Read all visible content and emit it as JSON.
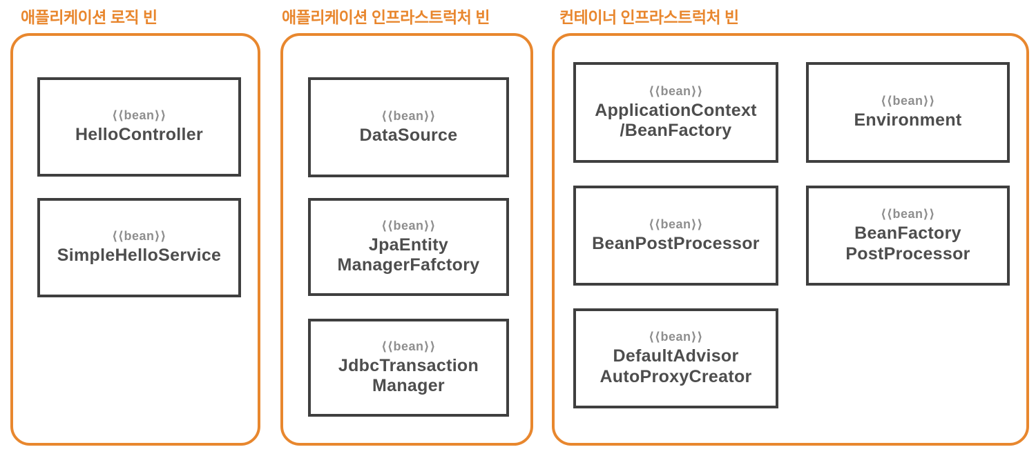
{
  "colors": {
    "accent_orange": "#E8872E",
    "bean_box_border": "#3F3F3F",
    "bean_name_text": "#4D4D4D",
    "stereotype_text": "#8E8E8E",
    "background": "#FFFFFF"
  },
  "groups": [
    {
      "title": "애플리케이션 로직 빈",
      "beans": [
        {
          "stereotype": "⟨⟨bean⟩⟩",
          "name": "HelloController"
        },
        {
          "stereotype": "⟨⟨bean⟩⟩",
          "name": "SimpleHelloService"
        }
      ]
    },
    {
      "title": "애플리케이션 인프라스트럭처 빈",
      "beans": [
        {
          "stereotype": "⟨⟨bean⟩⟩",
          "name": "DataSource"
        },
        {
          "stereotype": "⟨⟨bean⟩⟩",
          "name": "JpaEntity\nManagerFafctory"
        },
        {
          "stereotype": "⟨⟨bean⟩⟩",
          "name": "JdbcTransaction\nManager"
        }
      ]
    },
    {
      "title": "컨테이너 인프라스트럭처 빈",
      "beans": [
        {
          "stereotype": "⟨⟨bean⟩⟩",
          "name": "ApplicationContext\n/BeanFactory"
        },
        {
          "stereotype": "⟨⟨bean⟩⟩",
          "name": "Environment"
        },
        {
          "stereotype": "⟨⟨bean⟩⟩",
          "name": "BeanPostProcessor"
        },
        {
          "stereotype": "⟨⟨bean⟩⟩",
          "name": "BeanFactory\nPostProcessor"
        },
        {
          "stereotype": "⟨⟨bean⟩⟩",
          "name": "DefaultAdvisor\nAutoProxyCreator"
        }
      ]
    }
  ]
}
